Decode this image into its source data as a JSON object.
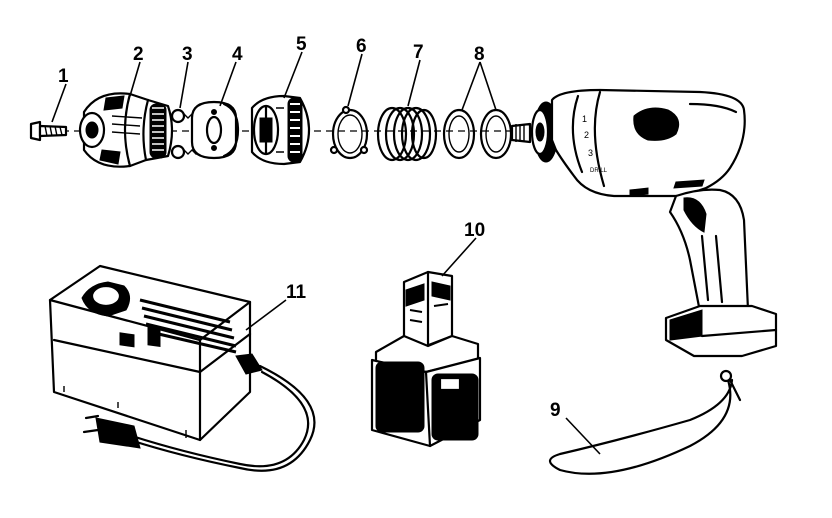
{
  "diagram": {
    "callouts": [
      "1",
      "2",
      "3",
      "4",
      "5",
      "6",
      "7",
      "8",
      "9",
      "10",
      "11"
    ]
  },
  "drill": {
    "clutch_settings": [
      "1",
      "2",
      "3",
      "DRILL"
    ]
  }
}
